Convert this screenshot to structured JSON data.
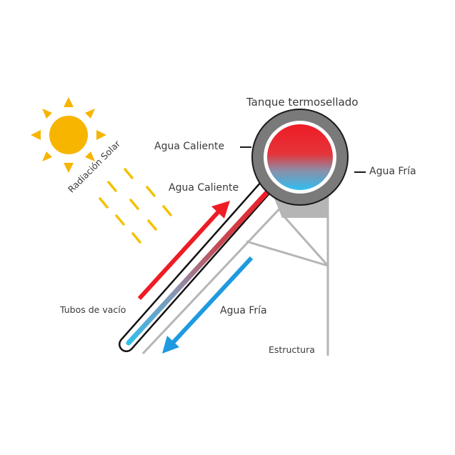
{
  "diagram": {
    "labels": {
      "tank": "Tanque termosellado",
      "tank_hot_outlet": "Agua Caliente",
      "tank_cold_inlet": "Agua Fría",
      "tube_hot_flow": "Agua Caliente",
      "tube_cold_flow": "Agua Fría",
      "tubes": "Tubos de vacío",
      "structure": "Estructura",
      "solar_radiation": "Radiación Solar"
    },
    "colors": {
      "sun": "#f7b500",
      "rays": "#f2c200",
      "hot": "#ee1c25",
      "cold": "#1e9ae0",
      "cold_light": "#3ec3ef",
      "tank_ring": "#7a7a7b",
      "structure": "#b5b5b5",
      "text": "#3a3a3a"
    },
    "icons": [
      "sun-icon",
      "hot-arrow-up",
      "cold-arrow-down"
    ]
  }
}
